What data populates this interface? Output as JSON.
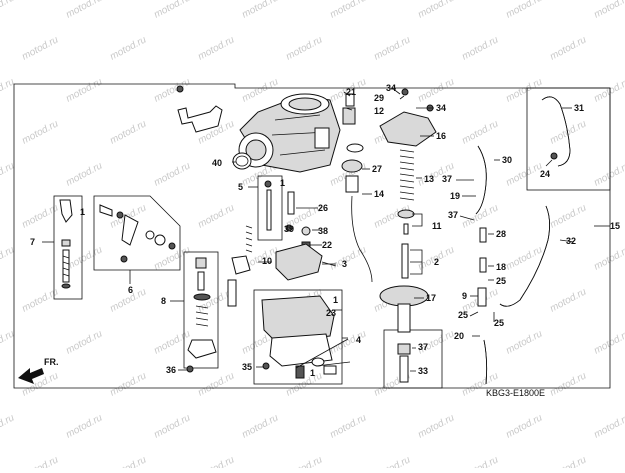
{
  "diagram": {
    "code": "KBG3-E1800E",
    "front_label": "FR.",
    "watermark": "motod.ru",
    "callouts": [
      "1",
      "2",
      "3",
      "4",
      "5",
      "6",
      "7",
      "8",
      "9",
      "10",
      "11",
      "12",
      "13",
      "14",
      "15",
      "16",
      "17",
      "18",
      "19",
      "20",
      "21",
      "22",
      "23",
      "24",
      "25",
      "26",
      "27",
      "28",
      "29",
      "30",
      "31",
      "32",
      "33",
      "34",
      "35",
      "36",
      "37",
      "38",
      "39",
      "40"
    ]
  }
}
